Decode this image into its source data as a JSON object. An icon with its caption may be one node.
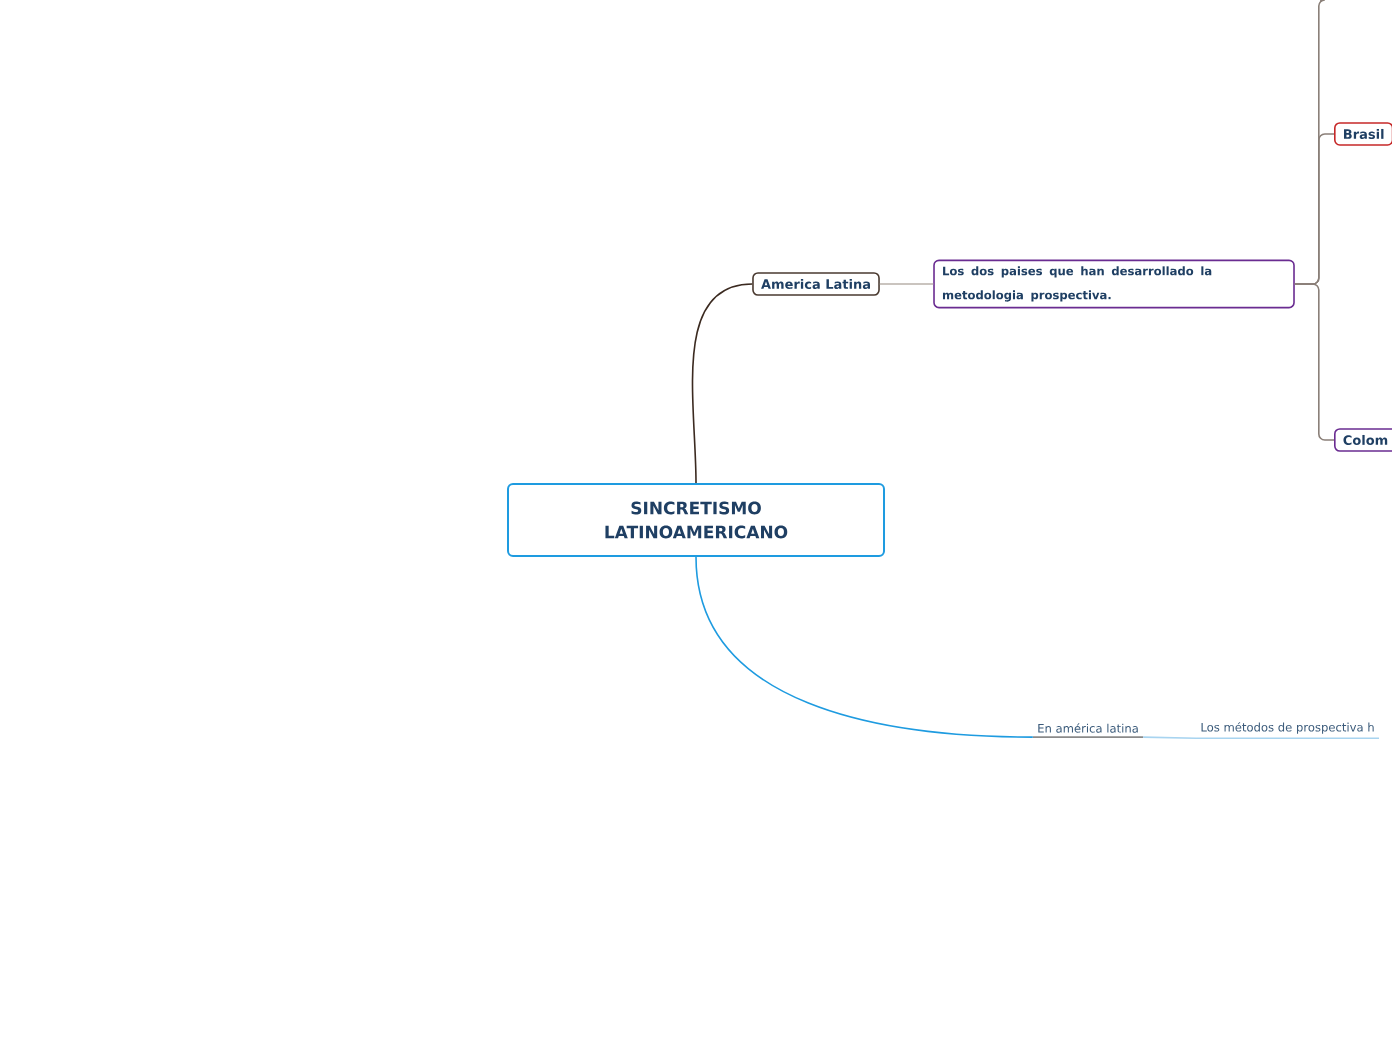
{
  "diagram": {
    "nodes": [
      {
        "text": [
          "SINCRETISMO LATINOAMERICANO"
        ]
      },
      {
        "text": [
          "America Latina"
        ]
      },
      {
        "text": [
          "Los dos paises que han desarrollado la metodologia prospectiva."
        ]
      },
      {
        "text": [
          "Brasil"
        ]
      },
      {
        "text": [
          "Colom"
        ]
      },
      {
        "text": [
          "En américa latina"
        ]
      },
      {
        "text": [
          "Los métodos de prospectiva h"
        ]
      }
    ],
    "edges": [
      {
        "from": 0,
        "to": 1,
        "arrow": "none",
        "color": "#3b2a20"
      },
      {
        "from": 1,
        "to": 2,
        "arrow": "none",
        "color": "#b8b0aa"
      },
      {
        "from": 2,
        "to": 3,
        "arrow": "none",
        "color": "#8a7f78"
      },
      {
        "from": 2,
        "to": 4,
        "arrow": "none",
        "color": "#8a7f78"
      },
      {
        "from": 2,
        "to": null,
        "arrow": "none",
        "color": "#8a7f78"
      },
      {
        "from": 0,
        "to": 5,
        "arrow": "none",
        "color": "#1e9be0"
      },
      {
        "from": 5,
        "to": 6,
        "arrow": "none",
        "color": "#a8d4f0"
      }
    ]
  }
}
